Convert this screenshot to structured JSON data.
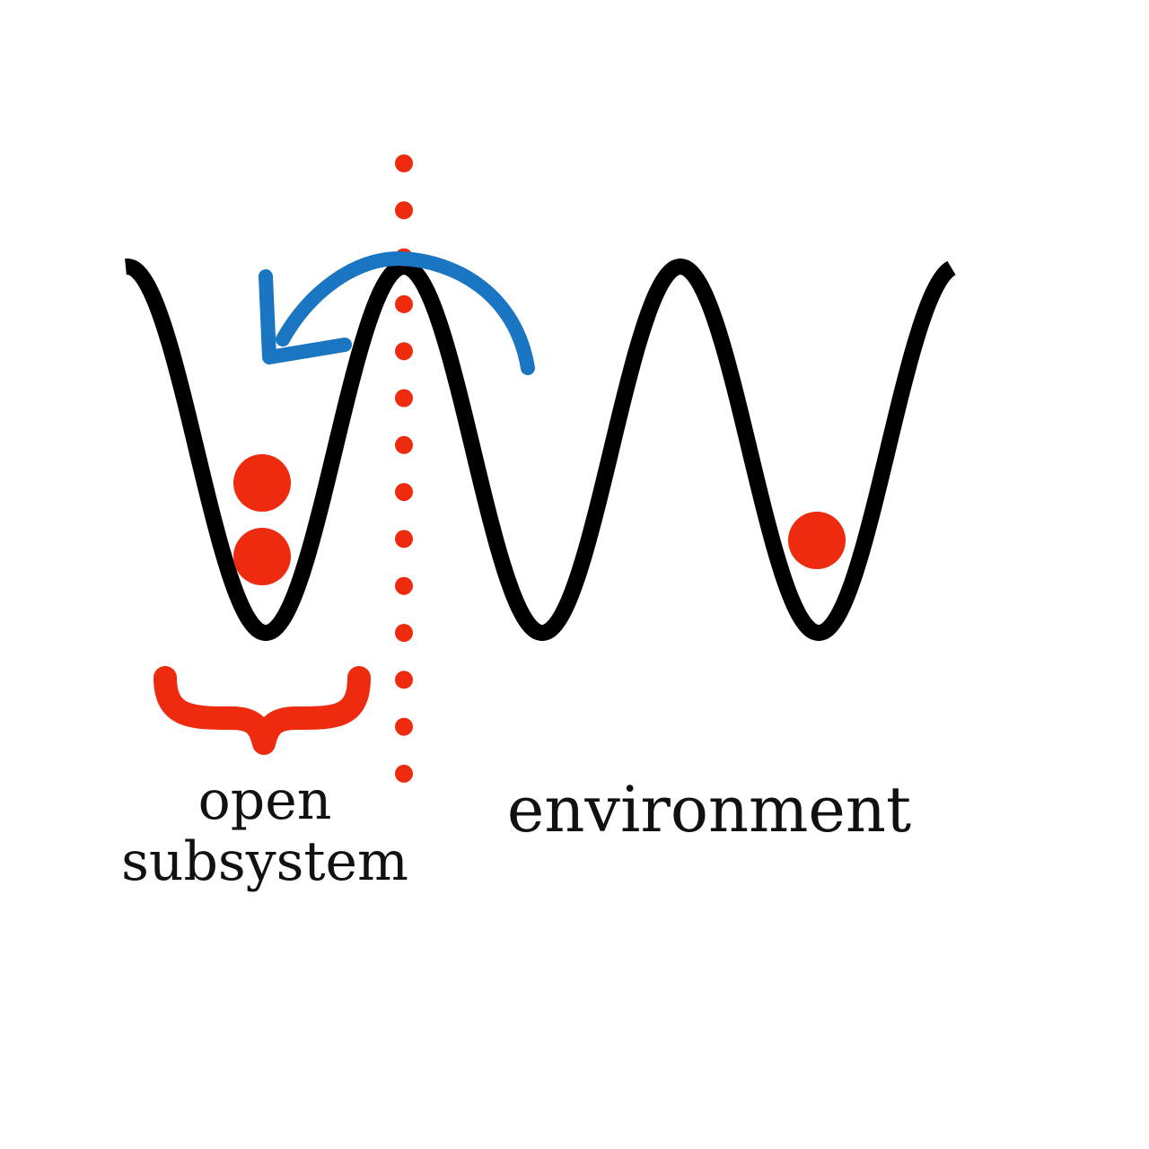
{
  "labels": {
    "subsystem_line1": "open",
    "subsystem_line2": "subsystem",
    "environment": "environment"
  },
  "particles": {
    "subsystem_site_count": 2,
    "environment_site_count": 1
  },
  "colors": {
    "lattice": "#000000",
    "particle": "#ee2a0f",
    "boundary": "#ee2a0f",
    "brace": "#ee2a0f",
    "hopping_arrow": "#1a75c2",
    "text": "#111111"
  },
  "icons": {
    "brace": "curly-brace-icon",
    "arrow": "curved-arrow-icon"
  }
}
